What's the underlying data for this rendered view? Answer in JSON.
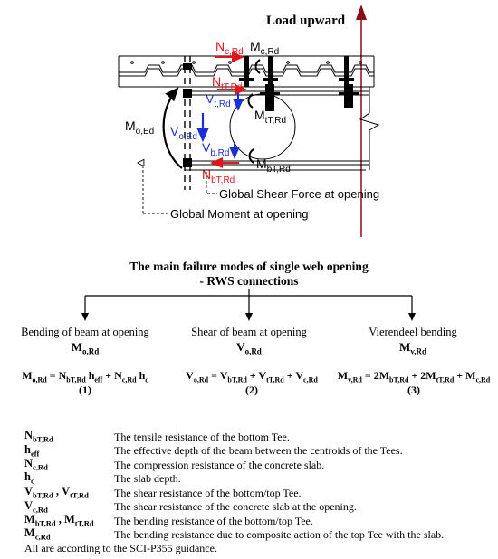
{
  "diagram": {
    "load_label": "Load upward",
    "shear_note": "Global Shear Force at opening",
    "moment_note": "Global Moment at opening",
    "labels": {
      "Nc": [
        "N",
        "c,Rd"
      ],
      "Mc": [
        "M",
        "c,Rd"
      ],
      "NtT": [
        "N",
        "tT,Rd"
      ],
      "Vt": [
        "V",
        "t,Rd"
      ],
      "MtT": [
        "M",
        "tT,Rd"
      ],
      "Mo": [
        "M",
        "o,Ed"
      ],
      "Vo": [
        "V",
        "o,Ed"
      ],
      "Vb": [
        "V",
        "b,Rd"
      ],
      "MbT": [
        "M",
        "bT,Rd"
      ],
      "NbT": [
        "N",
        "bT,Rd"
      ]
    },
    "colors": {
      "red": "#e3141b",
      "blue": "#1a2fd6",
      "black": "#000000",
      "load_arrow": "#8b0a1a"
    }
  },
  "title_line1": "The main failure modes of single web opening",
  "title_line2": "- RWS connections",
  "modes": [
    {
      "name": "Bending of beam at opening",
      "symbol": [
        "M",
        "o,Rd"
      ],
      "equation": [
        [
          "M",
          "o,Rd"
        ],
        [
          " = N",
          "bT,Rd"
        ],
        [
          " h",
          "eff"
        ],
        [
          " + N",
          "c,Rd"
        ],
        [
          " h",
          "c"
        ]
      ],
      "number": "(1)"
    },
    {
      "name": "Shear of beam at opening",
      "symbol": [
        "V",
        "o,Rd"
      ],
      "equation": [
        [
          "V",
          "o,Rd"
        ],
        [
          " = V",
          "bT,Rd"
        ],
        [
          " + V",
          "tT,Rd"
        ],
        [
          " + V",
          "c,Rd"
        ]
      ],
      "number": "(2)"
    },
    {
      "name": "Vierendeel bending",
      "symbol": [
        "M",
        "v,Rd"
      ],
      "equation": [
        [
          "M",
          "v,Rd"
        ],
        [
          " = 2M",
          "bT,Rd"
        ],
        [
          " + 2M",
          "tT,Rd"
        ],
        [
          " + M",
          "c,Rd"
        ]
      ],
      "number": "(3)"
    }
  ],
  "definitions": [
    {
      "symbol": [
        [
          "N",
          "bT,Rd"
        ]
      ],
      "text": "The tensile resistance of the bottom Tee."
    },
    {
      "symbol": [
        [
          "h",
          "eff"
        ]
      ],
      "text": "The effective depth of the beam between the centroids of the Tees."
    },
    {
      "symbol": [
        [
          "N",
          "c,Rd"
        ]
      ],
      "text": "The compression resistance of the concrete slab."
    },
    {
      "symbol": [
        [
          "h",
          "c"
        ]
      ],
      "text": "The slab depth."
    },
    {
      "symbol": [
        [
          "V",
          "bT,Rd"
        ],
        [
          " , V",
          "tT,Rd"
        ]
      ],
      "text": "The shear resistance of the bottom/top Tee."
    },
    {
      "symbol": [
        [
          "V",
          "c,Rd"
        ]
      ],
      "text": "The shear resistance of the concrete slab at the opening."
    },
    {
      "symbol": [
        [
          "M",
          "bT,Rd"
        ],
        [
          " , M",
          "tT,Rd"
        ]
      ],
      "text": "The bending resistance of the bottom/top Tee."
    },
    {
      "symbol": [
        [
          "M",
          "c,Rd"
        ]
      ],
      "text": "The bending resistance due to composite action of the top Tee with the slab."
    }
  ],
  "footer": "All are according to the SCI-P355 guidance."
}
